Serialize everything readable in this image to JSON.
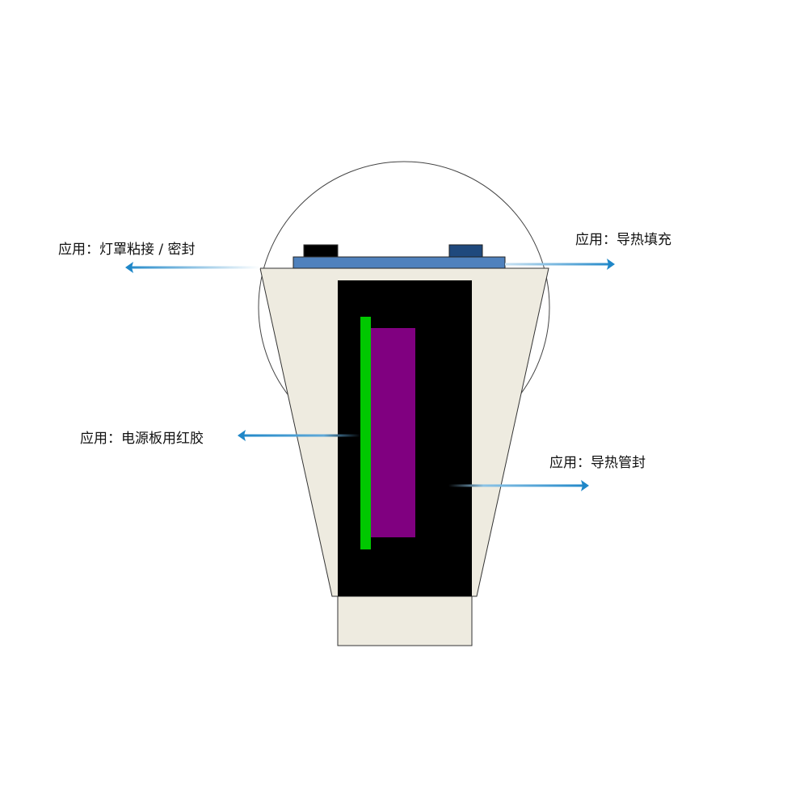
{
  "labels": {
    "top_left": "应用：灯罩粘接 / 密封",
    "top_right": "应用：导热填充",
    "mid_left": "应用：电源板用红胶",
    "mid_right": "应用：导热管封"
  },
  "colors": {
    "arrow": "#1f87c8",
    "housing": "#eeebe0",
    "plate": "#4f81bd",
    "chip_dark_blue": "#1f497d",
    "board": "#000000",
    "green_part": "#00c800",
    "purple_part": "#800080"
  }
}
